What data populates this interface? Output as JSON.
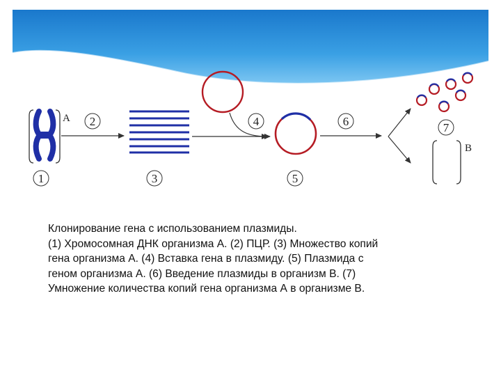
{
  "diagram": {
    "labels": {
      "step1": "1",
      "step2": "2",
      "step3": "3",
      "step4": "4",
      "step5": "5",
      "step6": "6",
      "step7": "7",
      "organism_a": "A",
      "organism_b": "B"
    },
    "colors": {
      "dna_blue": "#1f2fa6",
      "plasmid_red": "#b51c24",
      "gene_insert_blue": "#1f2fa6",
      "header_blue": "#2b8fd6"
    },
    "icons": [
      "chromosome-icon",
      "dna-copies-icon",
      "plasmid-icon",
      "recombinant-plasmid-icon",
      "plasmid-cluster-icon",
      "organism-b-cell-icon"
    ]
  },
  "caption": {
    "lines": [
      "Клонирование гена с использованием плазмиды.",
      "(1) Хромосомная ДНК организма А. (2) ПЦР. (3) Множество копий",
      "гена организма А. (4) Вставка гена в плазмиду. (5) Плазмида с",
      "геном организма А. (6) Введение плазмиды в организм В. (7)",
      "Умножение количества копий гена организма А в организме В."
    ]
  }
}
